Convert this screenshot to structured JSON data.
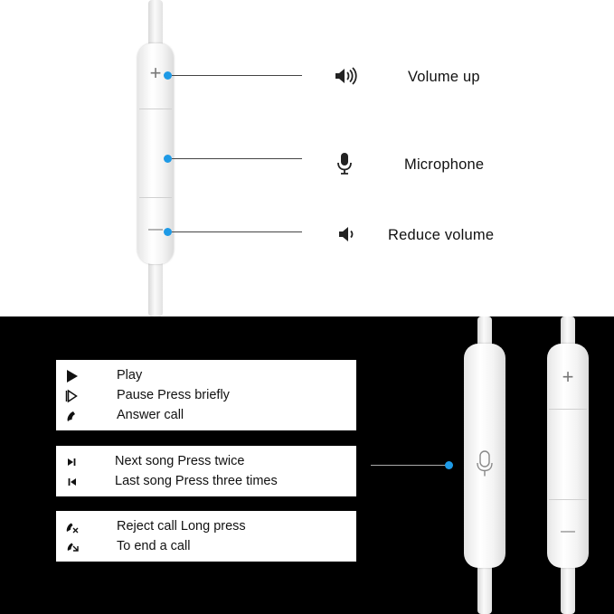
{
  "callouts": [
    {
      "label": "Volume up",
      "icon": "speaker-loud-icon"
    },
    {
      "label": "Microphone",
      "icon": "microphone-icon"
    },
    {
      "label": "Reduce volume",
      "icon": "speaker-low-icon"
    }
  ],
  "remote_signs": {
    "plus": "+",
    "minus": "—"
  },
  "boxes": [
    {
      "rows": [
        {
          "icon": "play-icon",
          "label": "Play"
        },
        {
          "icon": "pause-icon",
          "label": "Pause  Press briefly"
        },
        {
          "icon": "phone-answer-icon",
          "label": "Answer call"
        }
      ]
    },
    {
      "rows": [
        {
          "icon": "next-track-icon",
          "label": "Next song   Press twice"
        },
        {
          "icon": "previous-track-icon",
          "label": "Last song    Press three times"
        }
      ]
    },
    {
      "rows": [
        {
          "icon": "phone-reject-icon",
          "label": "Reject call   Long press"
        },
        {
          "icon": "phone-end-icon",
          "label": "To end a call"
        }
      ]
    }
  ],
  "colors": {
    "accent_dot": "#1e9ae6",
    "dark_background": "#000000"
  }
}
